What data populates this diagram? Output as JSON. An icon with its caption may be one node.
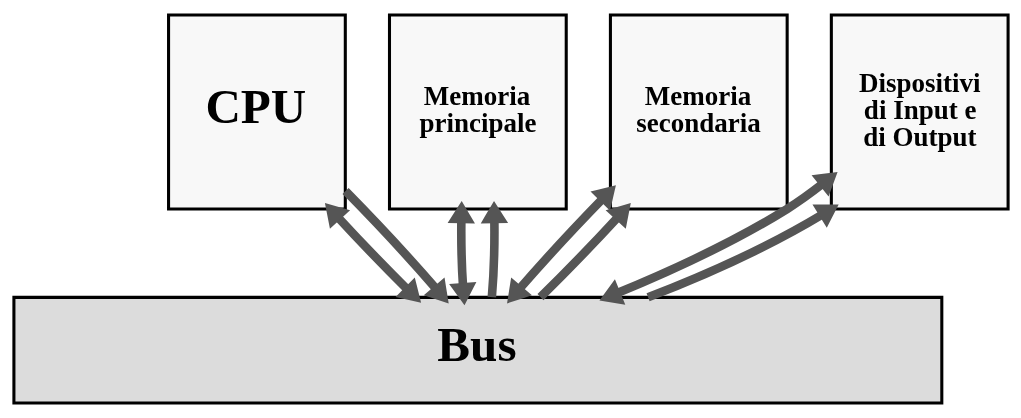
{
  "diagram": {
    "nodes": [
      {
        "text": [
          "CPU"
        ]
      },
      {
        "text": [
          "Memoria principale"
        ]
      },
      {
        "text": [
          "Memoria secondaria"
        ]
      },
      {
        "text": [
          "Dispositivi di Input e di Output"
        ]
      },
      {
        "text": [
          "Bus"
        ]
      }
    ],
    "edges": [
      {
        "from": 0,
        "to": 4,
        "arrow": "both"
      },
      {
        "from": 0,
        "to": 4,
        "arrow": "to"
      },
      {
        "from": 1,
        "to": 4,
        "arrow": "both"
      },
      {
        "from": 4,
        "to": 1,
        "arrow": "to"
      },
      {
        "from": 2,
        "to": 4,
        "arrow": "both"
      },
      {
        "from": 4,
        "to": 2,
        "arrow": "to"
      },
      {
        "from": 3,
        "to": 4,
        "arrow": "both"
      },
      {
        "from": 4,
        "to": 3,
        "arrow": "to"
      }
    ]
  }
}
